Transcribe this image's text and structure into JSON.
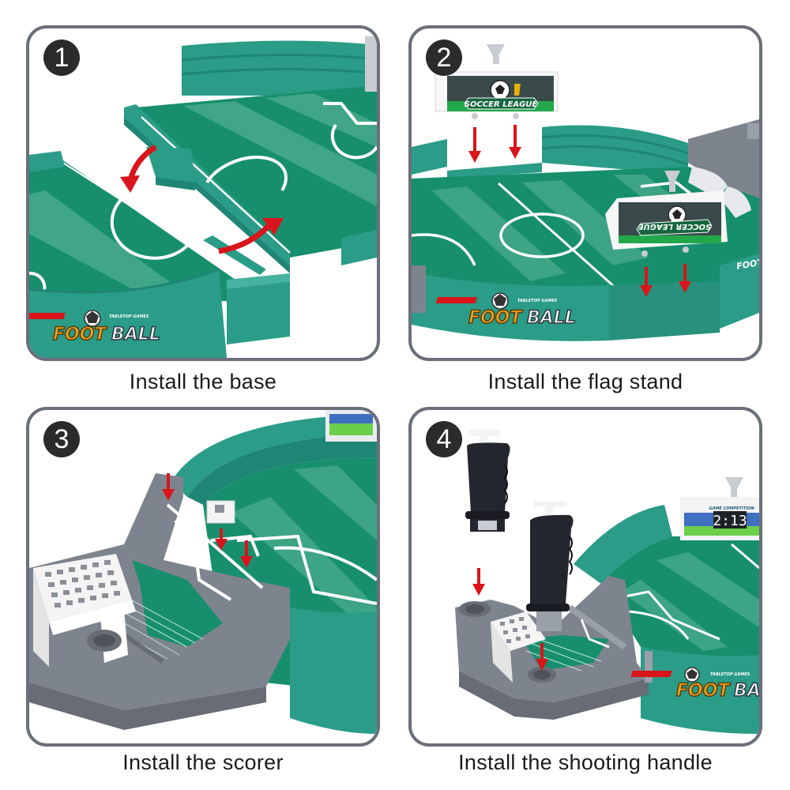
{
  "steps": [
    {
      "number": "1",
      "caption": "Install the base",
      "logo": {
        "tagline": "TABLETOP GAMES",
        "word_left": "FOOT",
        "word_right": "BALL"
      }
    },
    {
      "number": "2",
      "caption": "Install the flag stand",
      "sign_text": "SOCCER LEAGUE",
      "logo": {
        "tagline": "TABLETOP GAMES",
        "word_left": "FOOT",
        "word_right": "BALL"
      },
      "side_logo": "FOOTBALL"
    },
    {
      "number": "3",
      "caption": "Install the scorer"
    },
    {
      "number": "4",
      "caption": "Install the shooting handle",
      "scoreboard": {
        "title": "GAME COMPETITION",
        "score": "2:13"
      },
      "logo": {
        "tagline": "TABLETOP GAMES",
        "word_left": "FOOT",
        "word_right": "BA"
      }
    }
  ],
  "colors": {
    "panel_border": "#6b6f7a",
    "badge_bg": "#2b2b2d",
    "field_dark": "#178f6c",
    "field_light": "#4fad90",
    "wall": "#2a9c87",
    "wall_dark": "#1f8574",
    "arrow": "#d9141b",
    "goal_frame": "#7e848e",
    "handle": "#23262d",
    "logo_gold": "#f2a51e"
  }
}
